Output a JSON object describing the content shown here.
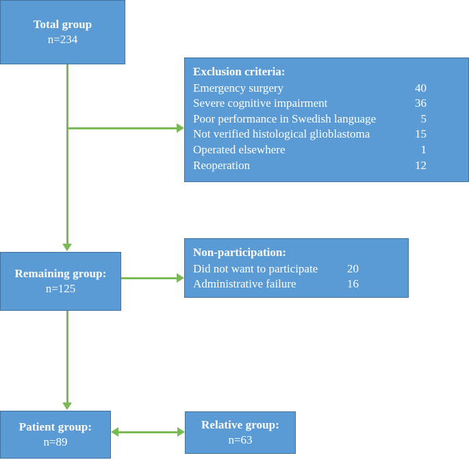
{
  "figure": {
    "type": "flowchart",
    "colors": {
      "box_fill": "#5a9bd5",
      "box_border": "#41719c",
      "box_text": "#ffffff",
      "connector": "#7aba54",
      "background": "#ffffff"
    }
  },
  "nodes": {
    "total_group": {
      "title": "Total group",
      "count": "n=234"
    },
    "remaining_group": {
      "title": "Remaining group:",
      "count": "n=125"
    },
    "patient_group": {
      "title": "Patient group:",
      "count": "n=89"
    },
    "relative_group": {
      "title": "Relative group:",
      "count": "n=63"
    }
  },
  "exclusion": {
    "heading": "Exclusion criteria:",
    "rows": [
      {
        "label": "Emergency surgery",
        "value": "40"
      },
      {
        "label": "Severe cognitive impairment",
        "value": "36"
      },
      {
        "label": "Poor performance in Swedish language",
        "value": "5"
      },
      {
        "label": "Not verified histological glioblastoma",
        "value": "15"
      },
      {
        "label": "Operated elsewhere",
        "value": "1"
      },
      {
        "label": "Reoperation",
        "value": "12"
      }
    ]
  },
  "nonparticipation": {
    "heading": "Non-participation:",
    "rows": [
      {
        "label": "Did not want to participate",
        "value": "20"
      },
      {
        "label": "Administrative failure",
        "value": "16"
      }
    ]
  },
  "connectors": [
    {
      "name": "total-to-remaining",
      "kind": "vertical-arrow"
    },
    {
      "name": "total-to-exclusion",
      "kind": "horizontal-arrow"
    },
    {
      "name": "remaining-to-nonparticipation",
      "kind": "horizontal-arrow"
    },
    {
      "name": "remaining-to-patient",
      "kind": "vertical-arrow"
    },
    {
      "name": "patient-to-relative",
      "kind": "double-headed-arrow"
    }
  ]
}
